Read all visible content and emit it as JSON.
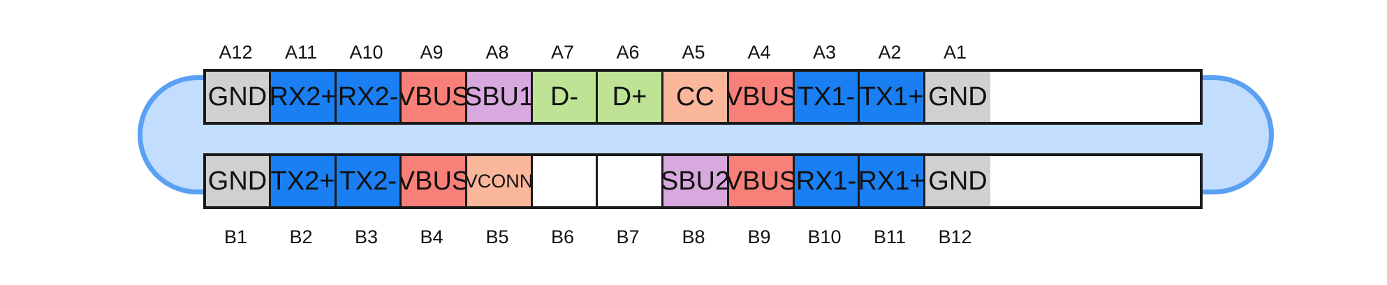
{
  "colors": {
    "gnd": "#d0d0d0",
    "usb": "#1a7ff2",
    "vbus": "#f98079",
    "sbu": "#d8a9de",
    "data": "#bee395",
    "cc": "#fbb79b",
    "empty": "#ffffff",
    "shell_fill": "#c2ddfd",
    "shell_border": "#5aa0f3"
  },
  "top_row": [
    {
      "label": "GND",
      "num": "A12",
      "color": "gnd"
    },
    {
      "label": "RX2+",
      "num": "A11",
      "color": "usb"
    },
    {
      "label": "RX2-",
      "num": "A10",
      "color": "usb"
    },
    {
      "label": "VBUS",
      "num": "A9",
      "color": "vbus"
    },
    {
      "label": "SBU1",
      "num": "A8",
      "color": "sbu"
    },
    {
      "label": "D-",
      "num": "A7",
      "color": "data"
    },
    {
      "label": "D+",
      "num": "A6",
      "color": "data"
    },
    {
      "label": "CC",
      "num": "A5",
      "color": "cc"
    },
    {
      "label": "VBUS",
      "num": "A4",
      "color": "vbus"
    },
    {
      "label": "TX1-",
      "num": "A3",
      "color": "usb"
    },
    {
      "label": "TX1+",
      "num": "A2",
      "color": "usb"
    },
    {
      "label": "GND",
      "num": "A1",
      "color": "gnd"
    }
  ],
  "bottom_row": [
    {
      "label": "GND",
      "num": "B1",
      "color": "gnd"
    },
    {
      "label": "TX2+",
      "num": "B2",
      "color": "usb"
    },
    {
      "label": "TX2-",
      "num": "B3",
      "color": "usb"
    },
    {
      "label": "VBUS",
      "num": "B4",
      "color": "vbus"
    },
    {
      "label": "VCONN",
      "num": "B5",
      "color": "cc"
    },
    {
      "label": "",
      "num": "B6",
      "color": "empty"
    },
    {
      "label": "",
      "num": "B7",
      "color": "empty"
    },
    {
      "label": "SBU2",
      "num": "B8",
      "color": "sbu"
    },
    {
      "label": "VBUS",
      "num": "B9",
      "color": "vbus"
    },
    {
      "label": "RX1-",
      "num": "B10",
      "color": "usb"
    },
    {
      "label": "RX1+",
      "num": "B11",
      "color": "usb"
    },
    {
      "label": "GND",
      "num": "B12",
      "color": "gnd"
    }
  ]
}
